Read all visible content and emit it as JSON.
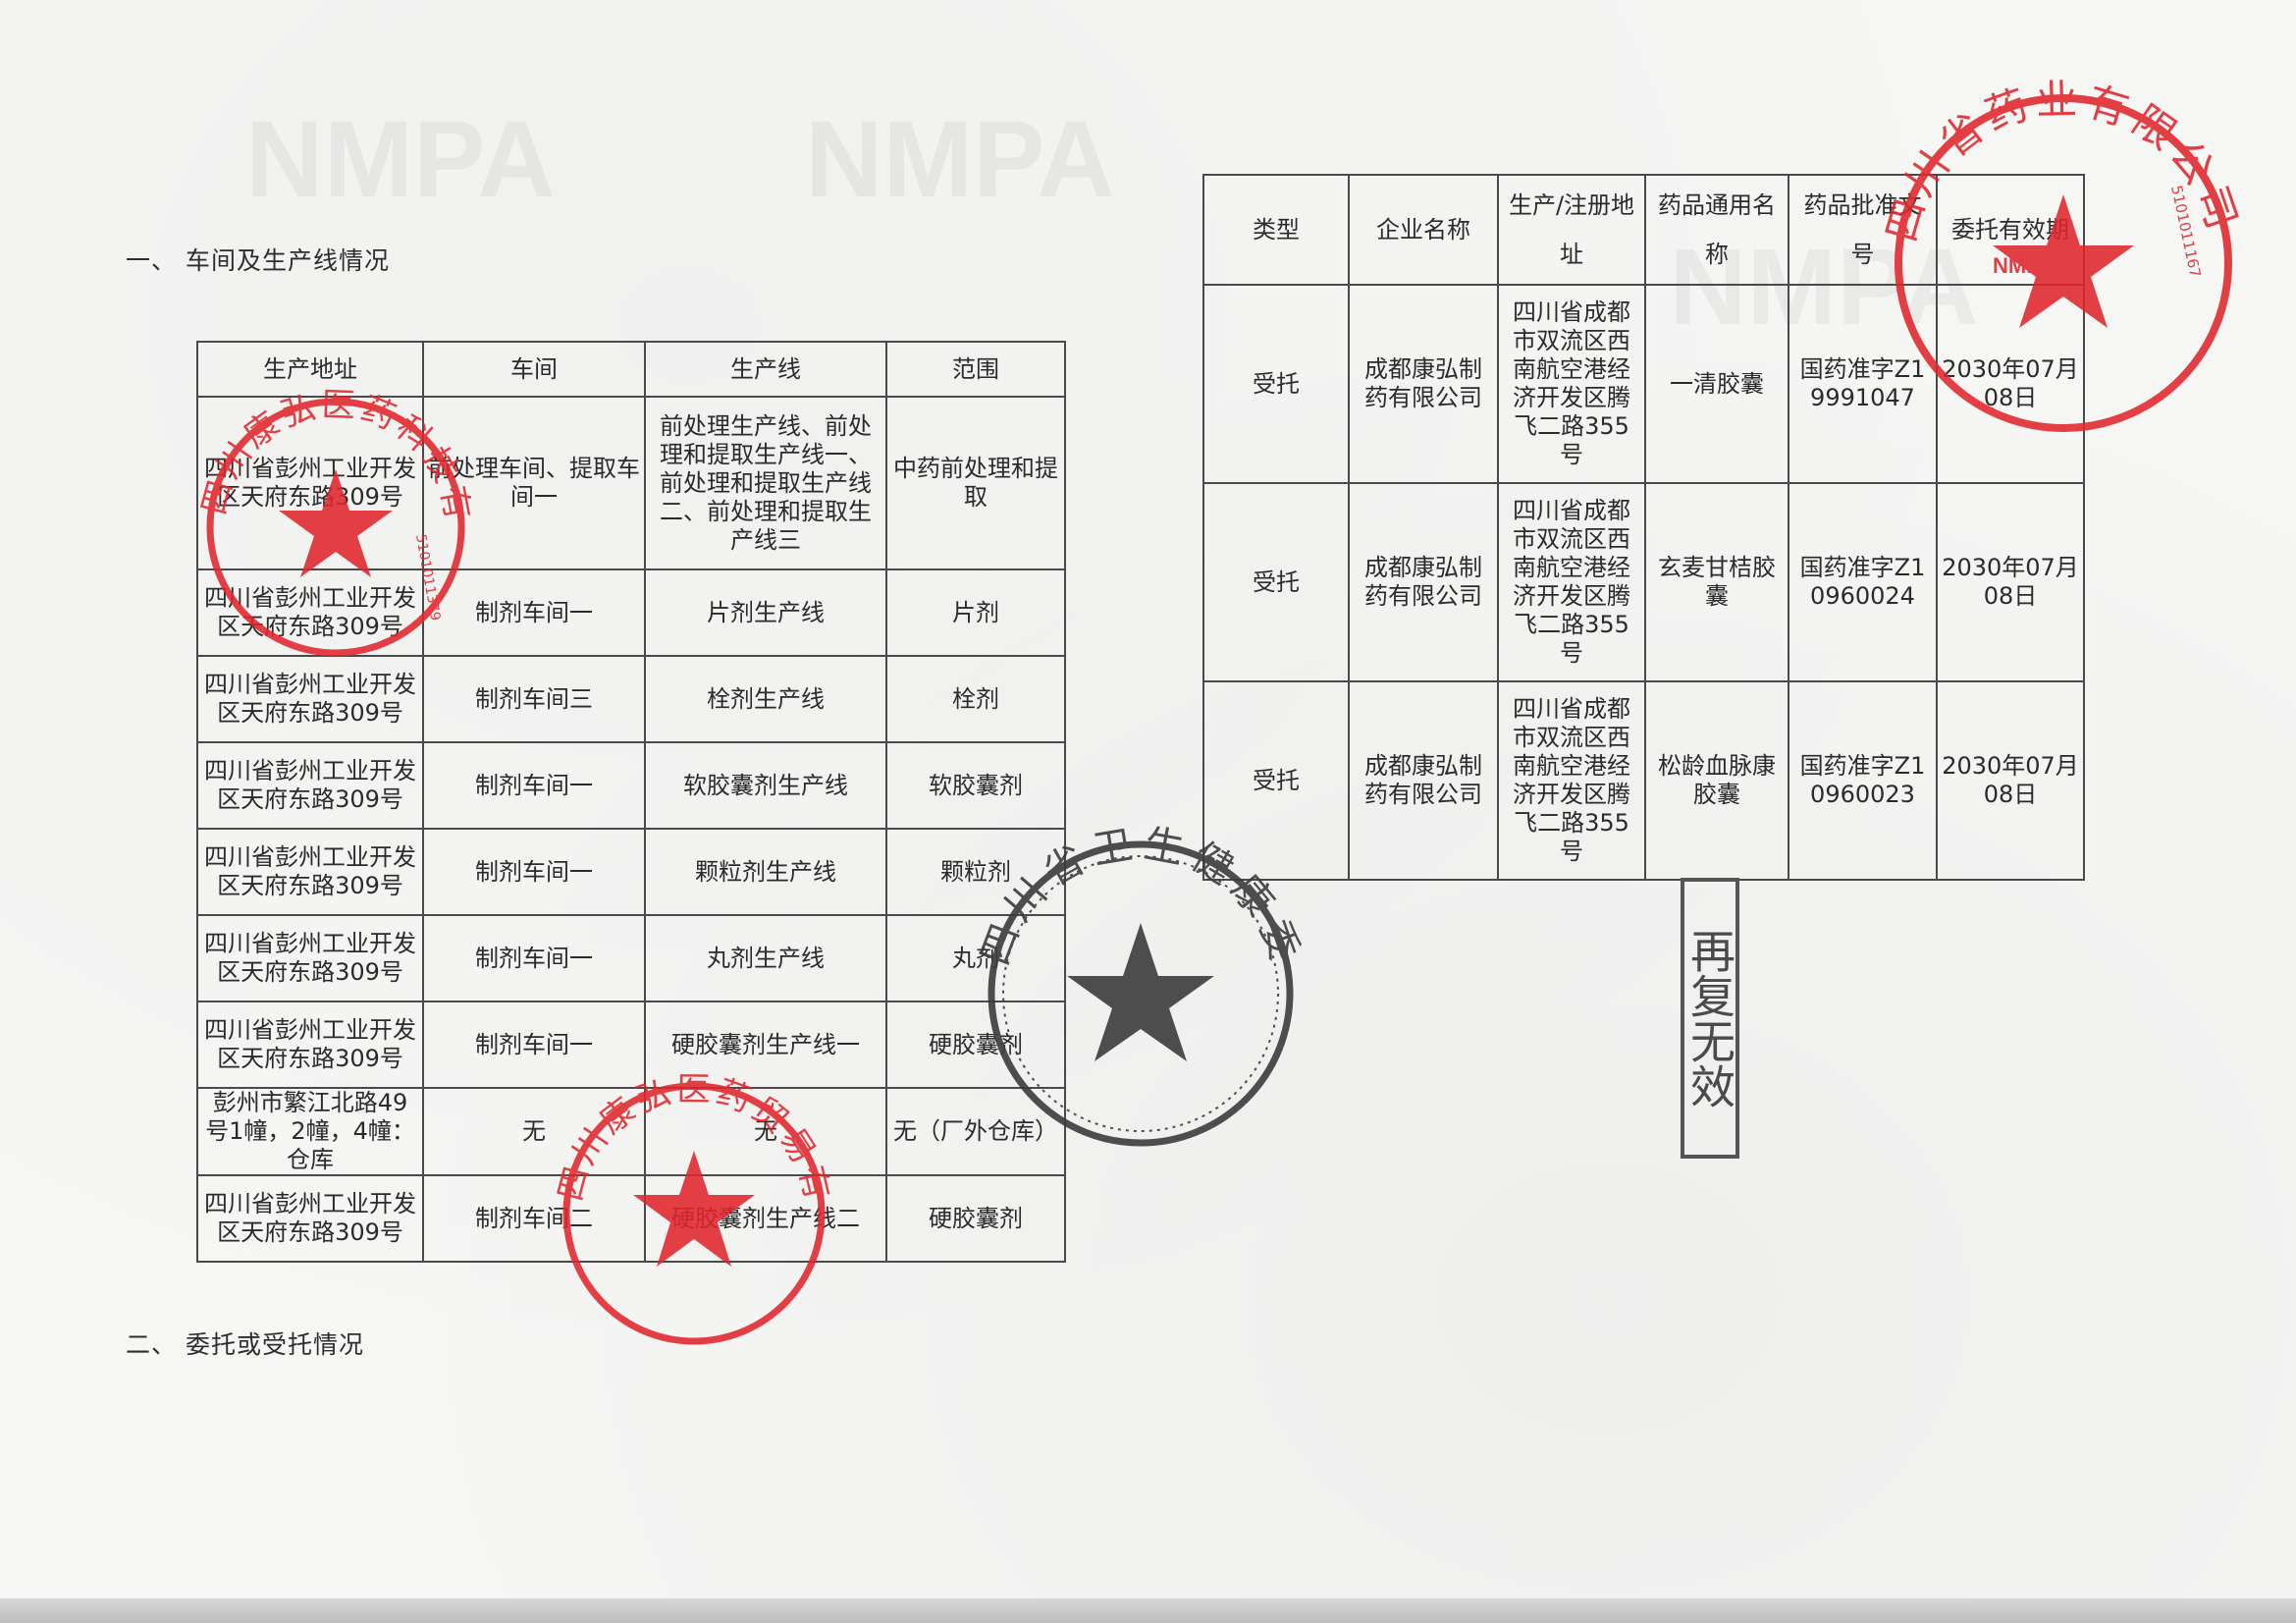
{
  "sections": {
    "workshops_heading": "一、 车间及生产线情况",
    "entrust_heading": "二、 委托或受托情况"
  },
  "workshop_table": {
    "headers": [
      "生产地址",
      "车间",
      "生产线",
      "范围"
    ],
    "rows": [
      [
        "四川省彭州工业开发区天府东路309号",
        "前处理车间、提取车间一",
        "前处理生产线、前处理和提取生产线一、前处理和提取生产线二、前处理和提取生产线三",
        "中药前处理和提取"
      ],
      [
        "四川省彭州工业开发区天府东路309号",
        "制剂车间一",
        "片剂生产线",
        "片剂"
      ],
      [
        "四川省彭州工业开发区天府东路309号",
        "制剂车间三",
        "栓剂生产线",
        "栓剂"
      ],
      [
        "四川省彭州工业开发区天府东路309号",
        "制剂车间一",
        "软胶囊剂生产线",
        "软胶囊剂"
      ],
      [
        "四川省彭州工业开发区天府东路309号",
        "制剂车间一",
        "颗粒剂生产线",
        "颗粒剂"
      ],
      [
        "四川省彭州工业开发区天府东路309号",
        "制剂车间一",
        "丸剂生产线",
        "丸剂"
      ],
      [
        "四川省彭州工业开发区天府东路309号",
        "制剂车间一",
        "硬胶囊剂生产线一",
        "硬胶囊剂"
      ],
      [
        "彭州市繁江北路49号1幢，2幢，4幢：仓库",
        "无",
        "无",
        "无（厂外仓库）"
      ],
      [
        "四川省彭州工业开发区天府东路309号",
        "制剂车间二",
        "硬胶囊剂生产线二",
        "硬胶囊剂"
      ]
    ]
  },
  "entrust_table": {
    "headers": [
      "类型",
      "企业名称",
      "生产/注册地址",
      "药品通用名称",
      "药品批准文号",
      "委托有效期"
    ],
    "rows": [
      [
        "受托",
        "成都康弘制药有限公司",
        "四川省成都市双流区西南航空港经济开发区腾飞二路355号",
        "一清胶囊",
        "国药准字Z19991047",
        "2030年07月08日"
      ],
      [
        "受托",
        "成都康弘制药有限公司",
        "四川省成都市双流区西南航空港经济开发区腾飞二路355号",
        "玄麦甘桔胶囊",
        "国药准字Z10960024",
        "2030年07月08日"
      ],
      [
        "受托",
        "成都康弘制药有限公司",
        "四川省成都市双流区西南航空港经济开发区腾飞二路355号",
        "松龄血脉康胶囊",
        "国药准字Z10960023",
        "2030年07月08日"
      ]
    ]
  },
  "stamps": {
    "red_1": "四川康弘医药科技有限公司",
    "red_1_number": "5101011379",
    "red_2": "四川康弘医药贸易有限公司",
    "red_3": "四川省药业有限公司",
    "red_3_number": "5101011167",
    "red_3_emblem": "NMPA",
    "gray_round": "四川省卫生健康委员会",
    "boxed": "再复无效",
    "watermark": "NMPA"
  },
  "colors": {
    "stamp_red": "#e0262c",
    "stamp_gray": "#3c3c3c",
    "ink": "#2b2b2b"
  }
}
